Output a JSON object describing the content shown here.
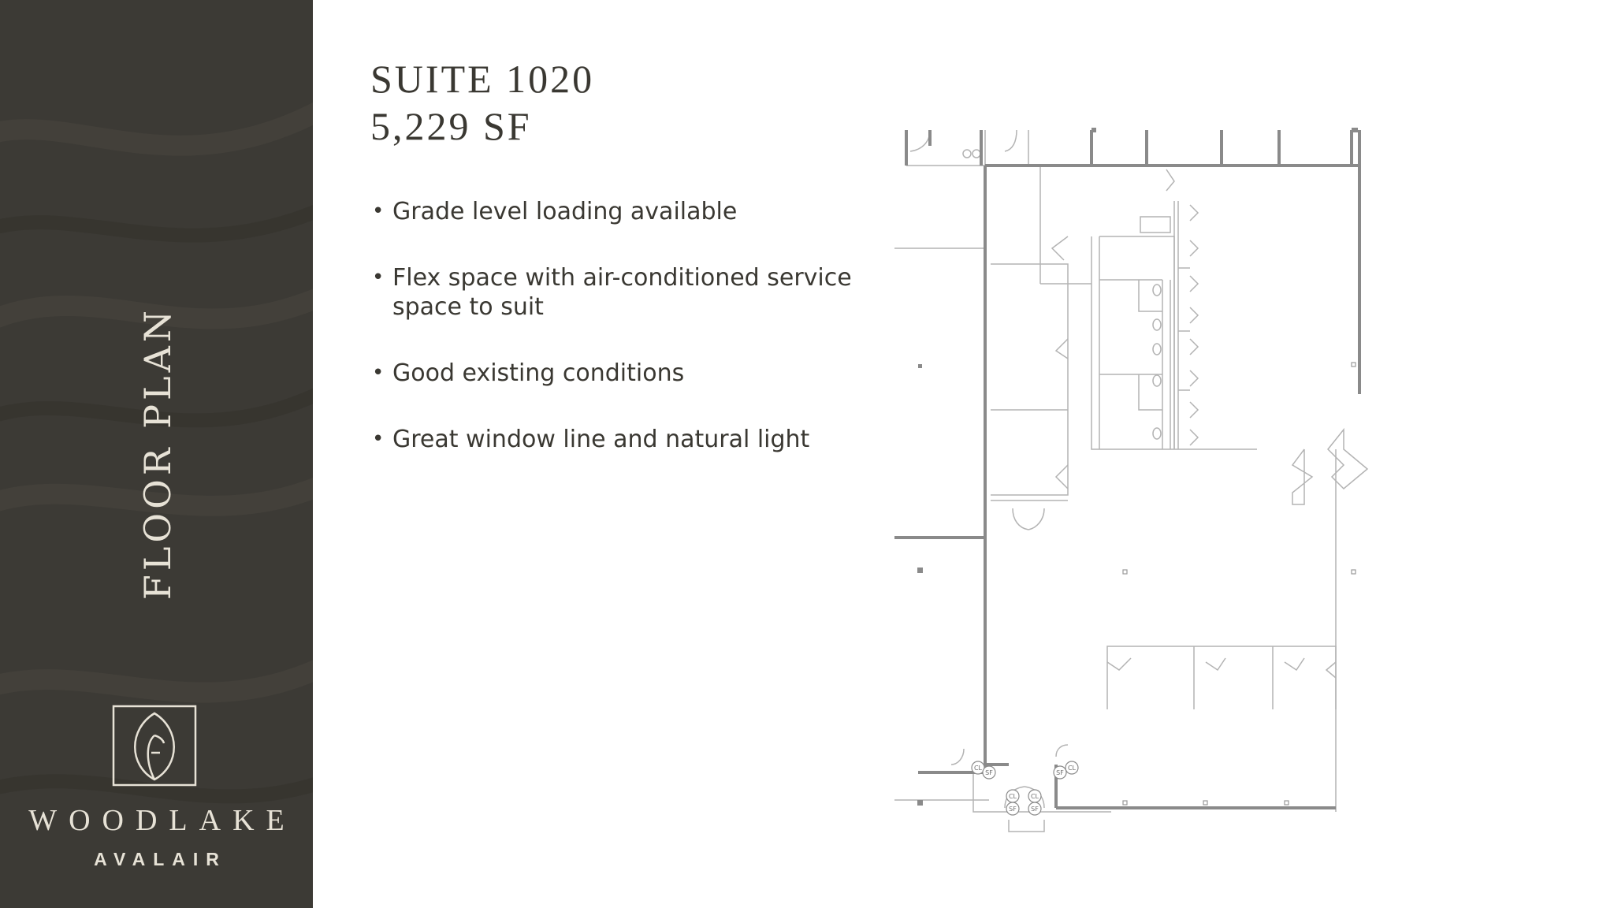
{
  "sidebar": {
    "title": "FLOOR PLAN",
    "brand_name": "WOODLAKE",
    "brand_sub": "AVALAIR",
    "logo_icon": "leaf-in-square-icon"
  },
  "header": {
    "suite": "SUITE 1020",
    "area": "5,229 SF"
  },
  "features": [
    {
      "bullet": "•",
      "text": "Grade level loading available"
    },
    {
      "bullet": "•",
      "text": "Flex space with air-conditioned service space to suit"
    },
    {
      "bullet": "•",
      "text": "Good existing conditions"
    },
    {
      "bullet": "•",
      "text": "Great window line and natural light"
    }
  ],
  "floorplan": {
    "labels": [
      "CL",
      "SF",
      "CL",
      "SF",
      "CL",
      "SF",
      "CL",
      "SF"
    ]
  },
  "colors": {
    "sidebar_bg": "#3c3a35",
    "sidebar_text": "#e7e2d6",
    "body_text": "#3a3832",
    "plan_wall": "#8a8a8a",
    "plan_line": "#b5b5b5"
  }
}
